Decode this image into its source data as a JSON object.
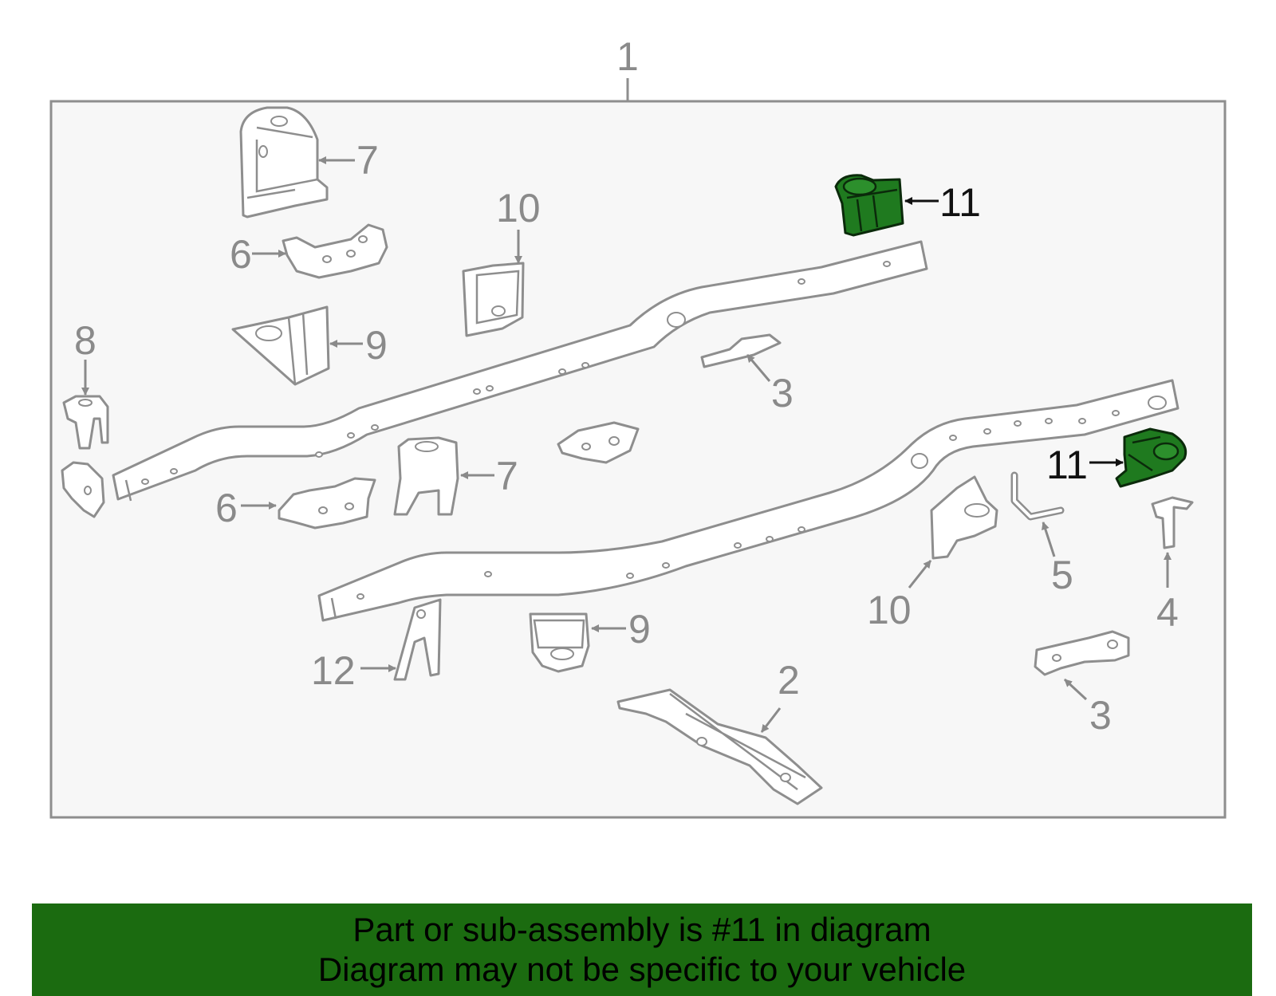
{
  "callouts": {
    "assembly": "1",
    "crossmember": "2",
    "bracket_3a": "3",
    "bracket_3b": "3",
    "bracket_4": "4",
    "hook_5": "5",
    "bracket_6a": "6",
    "bracket_6b": "6",
    "bracket_7a": "7",
    "bracket_7b": "7",
    "bracket_8": "8",
    "bracket_9a": "9",
    "bracket_9b": "9",
    "bracket_10a": "10",
    "bracket_10b": "10",
    "bracket_11a": "11",
    "bracket_11b": "11",
    "bracket_12": "12"
  },
  "highlight": {
    "part": "11",
    "color": "#1f7a1f"
  },
  "banner": {
    "line1": "Part or sub-assembly is #11 in diagram",
    "line2": "Diagram may not be specific to your vehicle",
    "background": "#1b6b10"
  }
}
